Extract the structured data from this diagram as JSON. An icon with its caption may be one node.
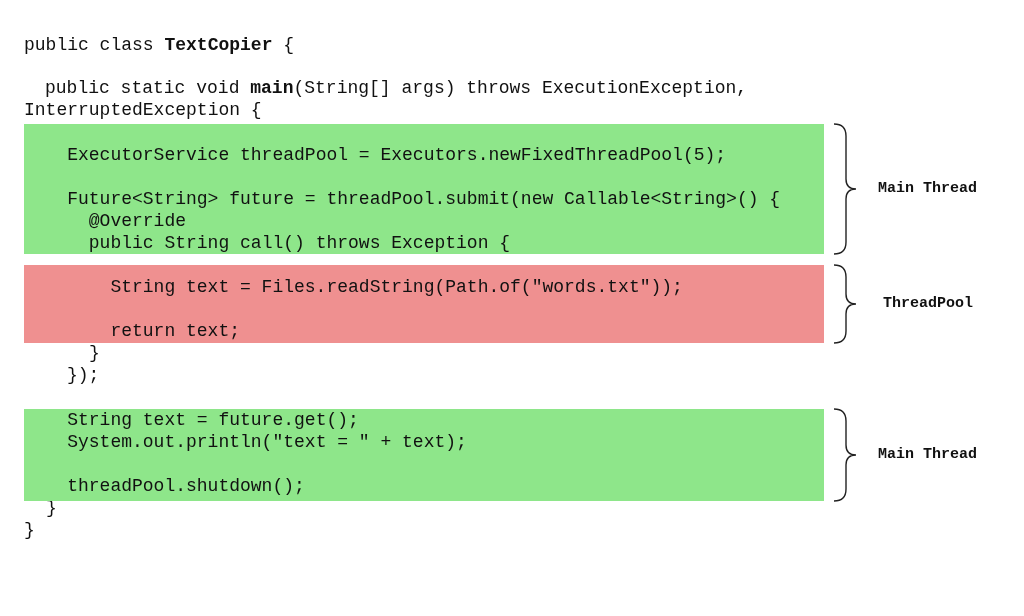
{
  "diagram": {
    "nodes": [
      {
        "text": [
          "ExecutorService threadPool = Executors.newFixedThreadPool(5);",
          "Future<String> future = threadPool.submit(new Callable<String>() {",
          "@Override",
          "public String call() throws Exception {"
        ],
        "beside": [
          "Main Thread"
        ]
      },
      {
        "text": [
          "String text = Files.readString(Path.of(\"words.txt\"));",
          "return text;"
        ],
        "beside": [
          "ThreadPool"
        ]
      },
      {
        "text": [
          "String text = future.get();",
          "System.out.println(\"text = \" + text);",
          "threadPool.shutdown();"
        ],
        "beside": [
          "Main Thread"
        ]
      }
    ],
    "labels": [
      "public class **TextCopier** {",
      "public static void **main**(String[] args) throws ExecutionException, InterruptedException {",
      "}",
      "});",
      "}",
      "}"
    ]
  }
}
